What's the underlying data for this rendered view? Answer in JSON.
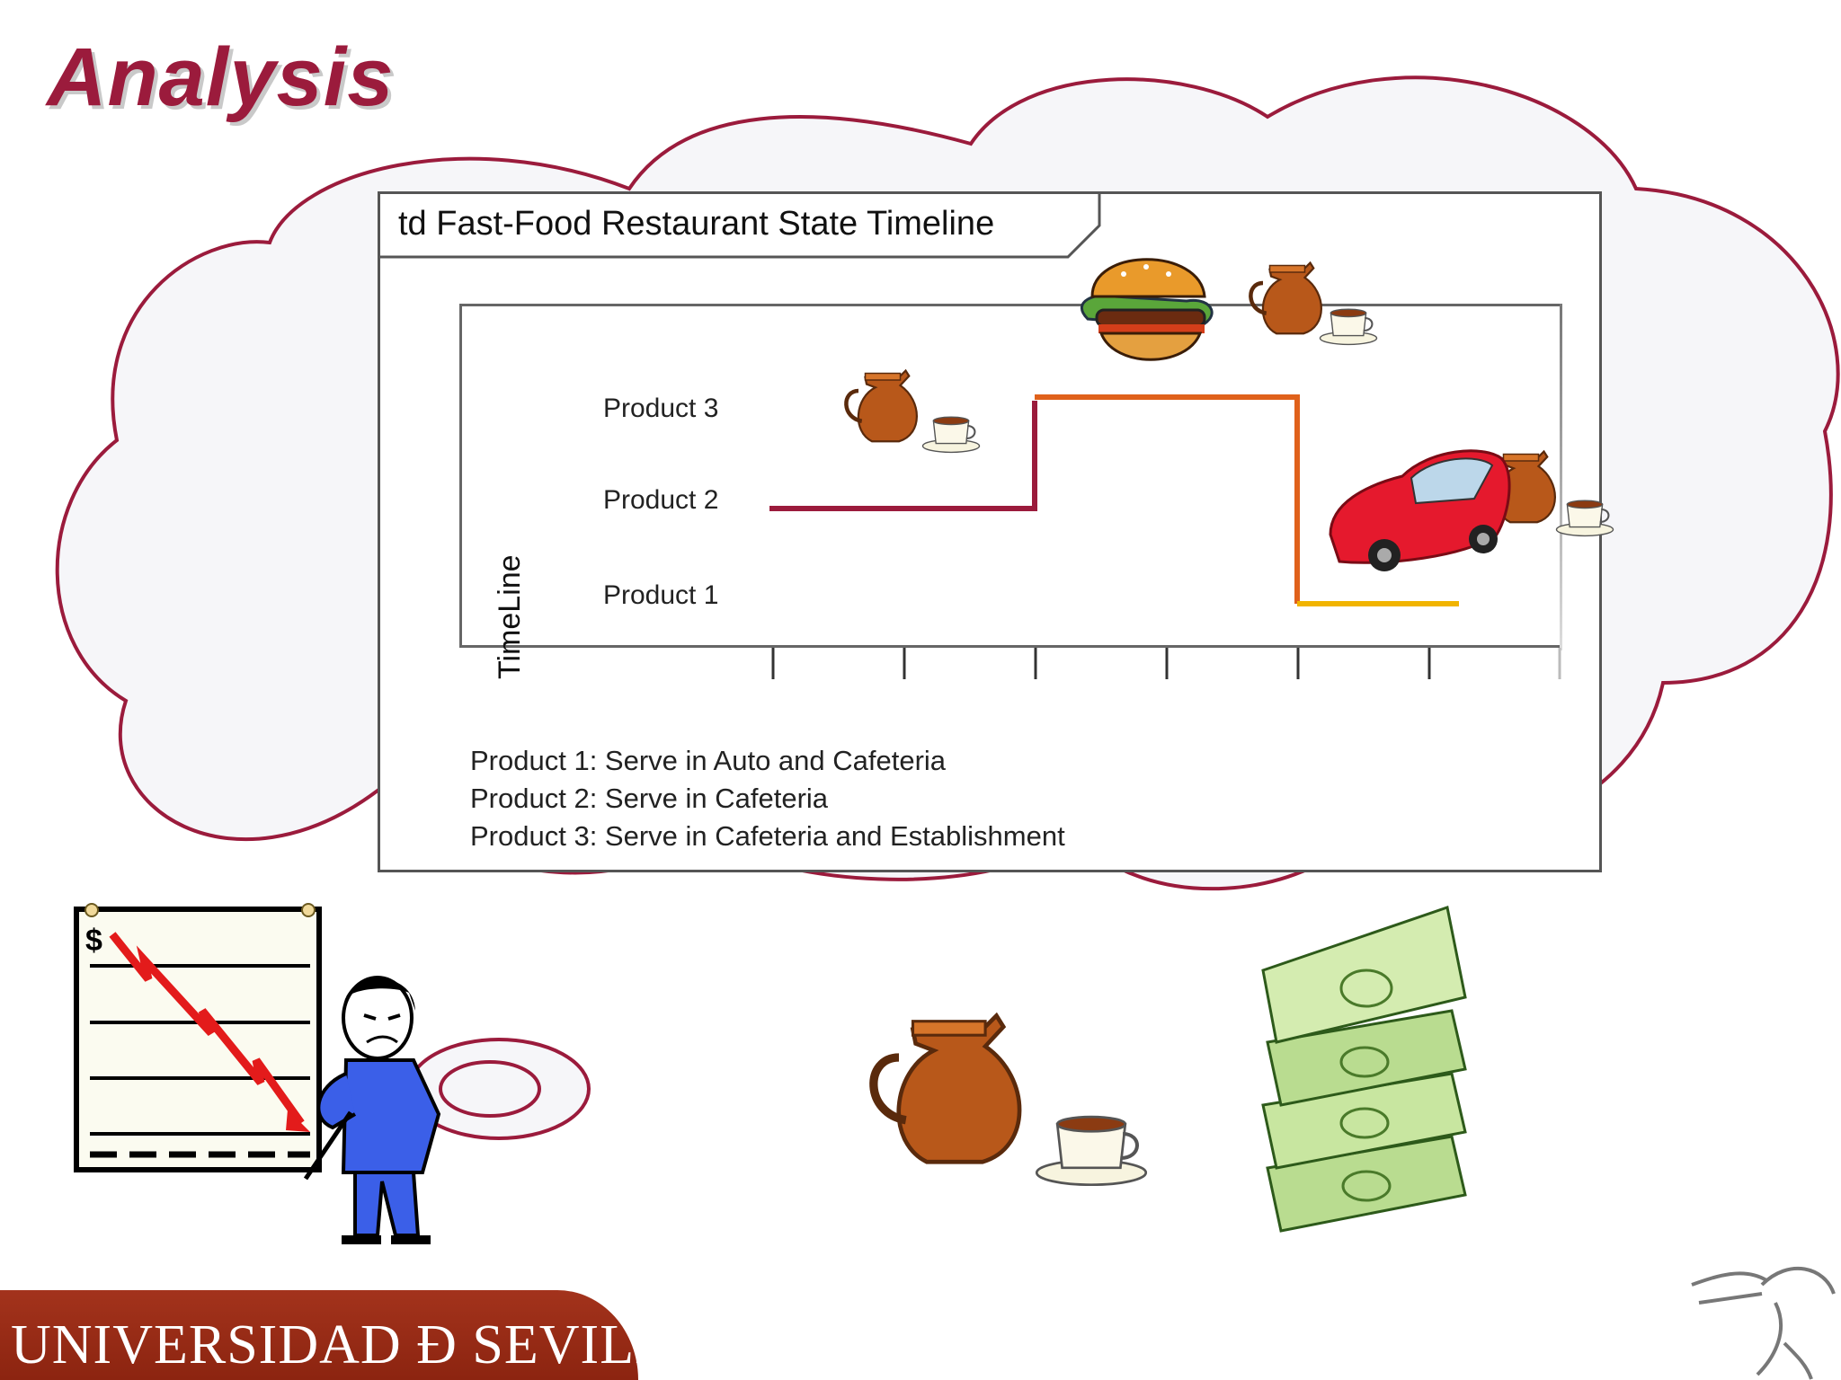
{
  "slide": {
    "title": "Analysis",
    "footer": "UNIVERSIDAD Ð SEVILLA"
  },
  "colors": {
    "cloud_outline": "#9b1b3c",
    "title": "#9b1b3c",
    "footer_band": "#9a2c16",
    "product2_line": "#9b1b3c",
    "product3_line": "#e0611b",
    "product1_line": "#f1b400"
  },
  "diagram": {
    "frame_title": "td Fast-Food Restaurant State Timeline",
    "lifeline_label": "TimeLine",
    "states": [
      "Product 3",
      "Product 2",
      "Product 1"
    ],
    "legend": [
      "Product 1: Serve in Auto and Cafeteria",
      "Product 2: Serve in Cafeteria",
      "Product 3: Serve in Cafeteria and Establishment"
    ]
  },
  "icons": [
    "hamburger-icon",
    "coffee-pot-icon",
    "coffee-cup-icon",
    "car-icon",
    "declining-sales-chart-icon",
    "presenter-man-icon",
    "money-stack-icon",
    "angel-logo-icon"
  ]
}
